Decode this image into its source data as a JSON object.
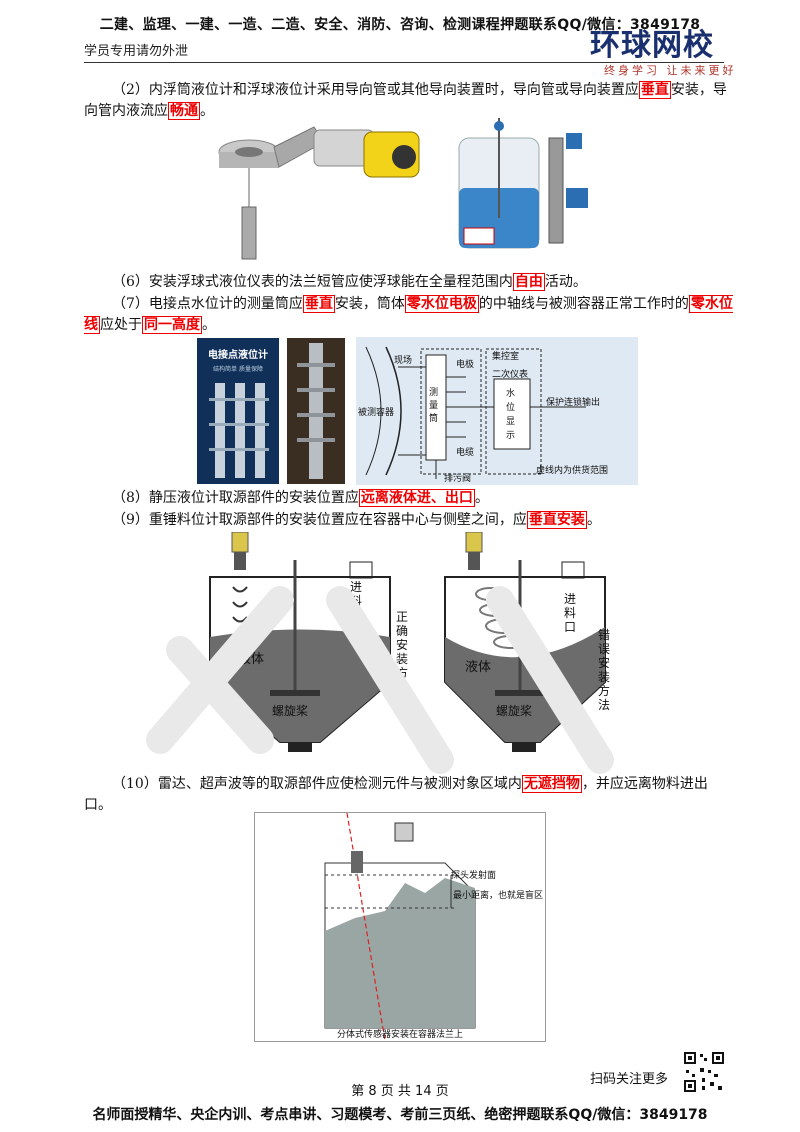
{
  "header": {
    "top_banner": "二建、监理、一建、一造、二造、安全、消防、咨询、检测课程押题联系QQ/微信：3849178",
    "left_note": "学员专用请勿外泄",
    "logo_main": "环球网校",
    "logo_sub": "终身学习 让未来更好"
  },
  "paragraphs": {
    "p2": {
      "a": "（2）内浮筒液位计和浮球液位计采用导向管或其他导向装置时，导向管或导向装置应",
      "k1": "垂直",
      "b": "安装，导向管内液流应",
      "k2": "畅通",
      "c": "。"
    },
    "p6": {
      "a": "（6）安装浮球式液位仪表的法兰短管应使浮球能在全量程范围内",
      "k1": "自由",
      "b": "活动。"
    },
    "p7": {
      "a": "（7）电接点水位计的测量筒应",
      "k1": "垂直",
      "b": "安装，筒体",
      "k2": "零水位电极",
      "c": "的中轴线与被测容器正常工作时的",
      "k3": "零水位线",
      "d": "应处于",
      "k4": "同一高度",
      "e": "。"
    },
    "p8": {
      "a": "（8）静压液位计取源部件的安装位置应",
      "k1": "远离液体进、出口",
      "b": "。"
    },
    "p9": {
      "a": "（9）重锤料位计取源部件的安装位置应在容器中心与侧壁之间，应",
      "k1": "垂直安装",
      "b": "。"
    },
    "p10": {
      "a": "（10）雷达、超声波等的取源部件应使检测元件与被测对象区域内",
      "k1": "无遮挡物",
      "b": "，并应远离物料进出口。"
    }
  },
  "figure_electrode": {
    "photo_title": "电接点液位计",
    "photo_sub": "结构简单 质量保障",
    "labels": {
      "site": "现场",
      "electrode": "电极",
      "control_room": "集控室",
      "secondary": "二次仪表",
      "vessel": "被测容器",
      "measure_tube": "测量筒",
      "display": "水位显示",
      "protect": "保护连锁输出",
      "cable": "电缆",
      "drain": "排污阀",
      "dashed_note": "虚线内为供货范围"
    }
  },
  "figure_tanks": {
    "left": {
      "inlet": "进料口",
      "liquid": "液体",
      "stirrer": "螺旋桨",
      "side": "正确安装方法"
    },
    "right": {
      "inlet": "进料口",
      "liquid": "液体",
      "stirrer": "螺旋桨",
      "side": "错误安装方法"
    }
  },
  "figure_radar": {
    "beam_label": "探头发射面",
    "blind_label": "最小距离，也就是盲区",
    "caption": "分体式传感器安装在容器法兰上"
  },
  "footer": {
    "scan_text": "扫码关注更多",
    "page_info": "第 8 页 共 14 页",
    "bottom_banner": "名师面授精华、央企内训、考点串讲、习题模考、考前三页纸、绝密押题联系QQ/微信：3849178"
  },
  "colors": {
    "highlight": "#e00000",
    "logo": "#1a2f6e"
  }
}
